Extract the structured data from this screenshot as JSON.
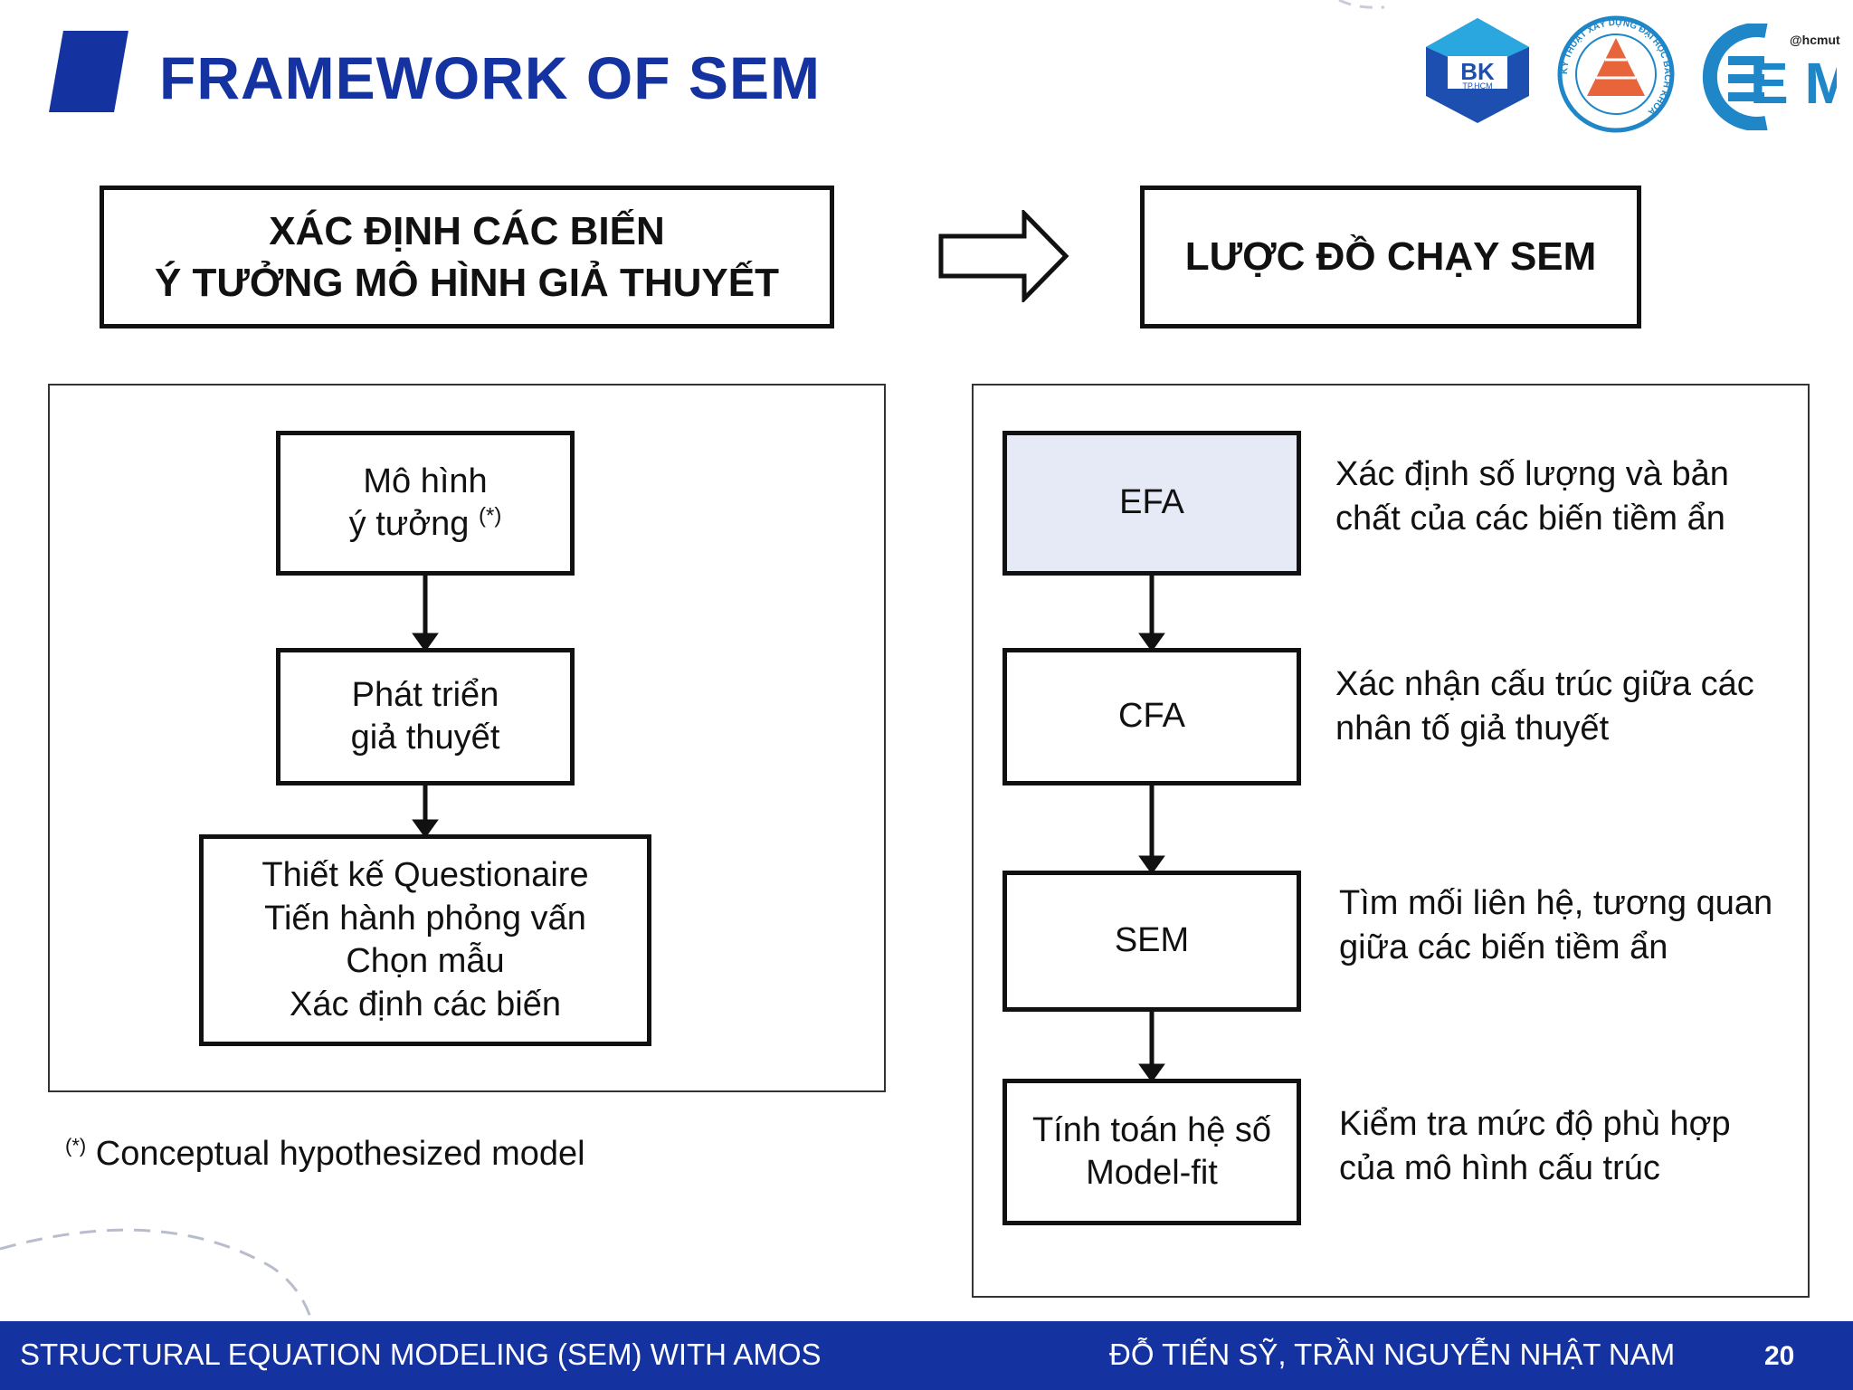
{
  "title": "FRAMEWORK OF SEM",
  "logos": {
    "bk_text": "BK",
    "bk_sub": "TP.HCM",
    "xd_ring_text": "KỸ THUẬT XÂY DỰNG ĐẠI HỌC BÁCH KHOA",
    "cem_text": "E M",
    "cem_tag": "@hcmut",
    "colors": {
      "bk_blue": "#1d4fb0",
      "bk_cyan": "#2aa7df",
      "xd_orange": "#e8643a",
      "cem_blue": "#1f86c8"
    }
  },
  "header_left": {
    "line1": "XÁC ĐỊNH CÁC BIẾN",
    "line2": "Ý TƯỞNG MÔ HÌNH GIẢ THUYẾT"
  },
  "header_right": {
    "label": "LƯỢC ĐỒ CHẠY SEM"
  },
  "left_flow": {
    "box1": {
      "line1": "Mô hình",
      "line2": "ý tưởng",
      "mark": "(*)"
    },
    "box2": {
      "line1": "Phát triển",
      "line2": "giả thuyết"
    },
    "box3": {
      "line1": "Thiết kế Questionaire",
      "line2": "Tiến hành phỏng vấn",
      "line3": "Chọn mẫu",
      "line4": "Xác định các biến"
    }
  },
  "right_flow": [
    {
      "label": "EFA",
      "desc1": "Xác định số lượng và bản",
      "desc2": "chất của các biến tiềm ẩn"
    },
    {
      "label": "CFA",
      "desc1": "Xác nhận cấu trúc giữa các",
      "desc2": "nhân tố giả thuyết"
    },
    {
      "label": "SEM",
      "desc1": "Tìm mối liên hệ, tương quan",
      "desc2": "giữa các biến tiềm ẩn"
    },
    {
      "label1": "Tính toán hệ số",
      "label2": "Model-fit",
      "desc1": "Kiểm tra mức độ phù hợp",
      "desc2": "của mô hình cấu trúc"
    }
  ],
  "footnote": {
    "mark": "(*)",
    "text": "Conceptual hypothesized model"
  },
  "footer": {
    "left": "STRUCTURAL EQUATION MODELING (SEM) WITH AMOS",
    "right": "ĐỖ TIẾN SỸ, TRẦN NGUYỄN NHẬT NAM",
    "page": "20"
  },
  "colors": {
    "primary": "#1432a0",
    "efa_fill": "#e6e9f6"
  }
}
